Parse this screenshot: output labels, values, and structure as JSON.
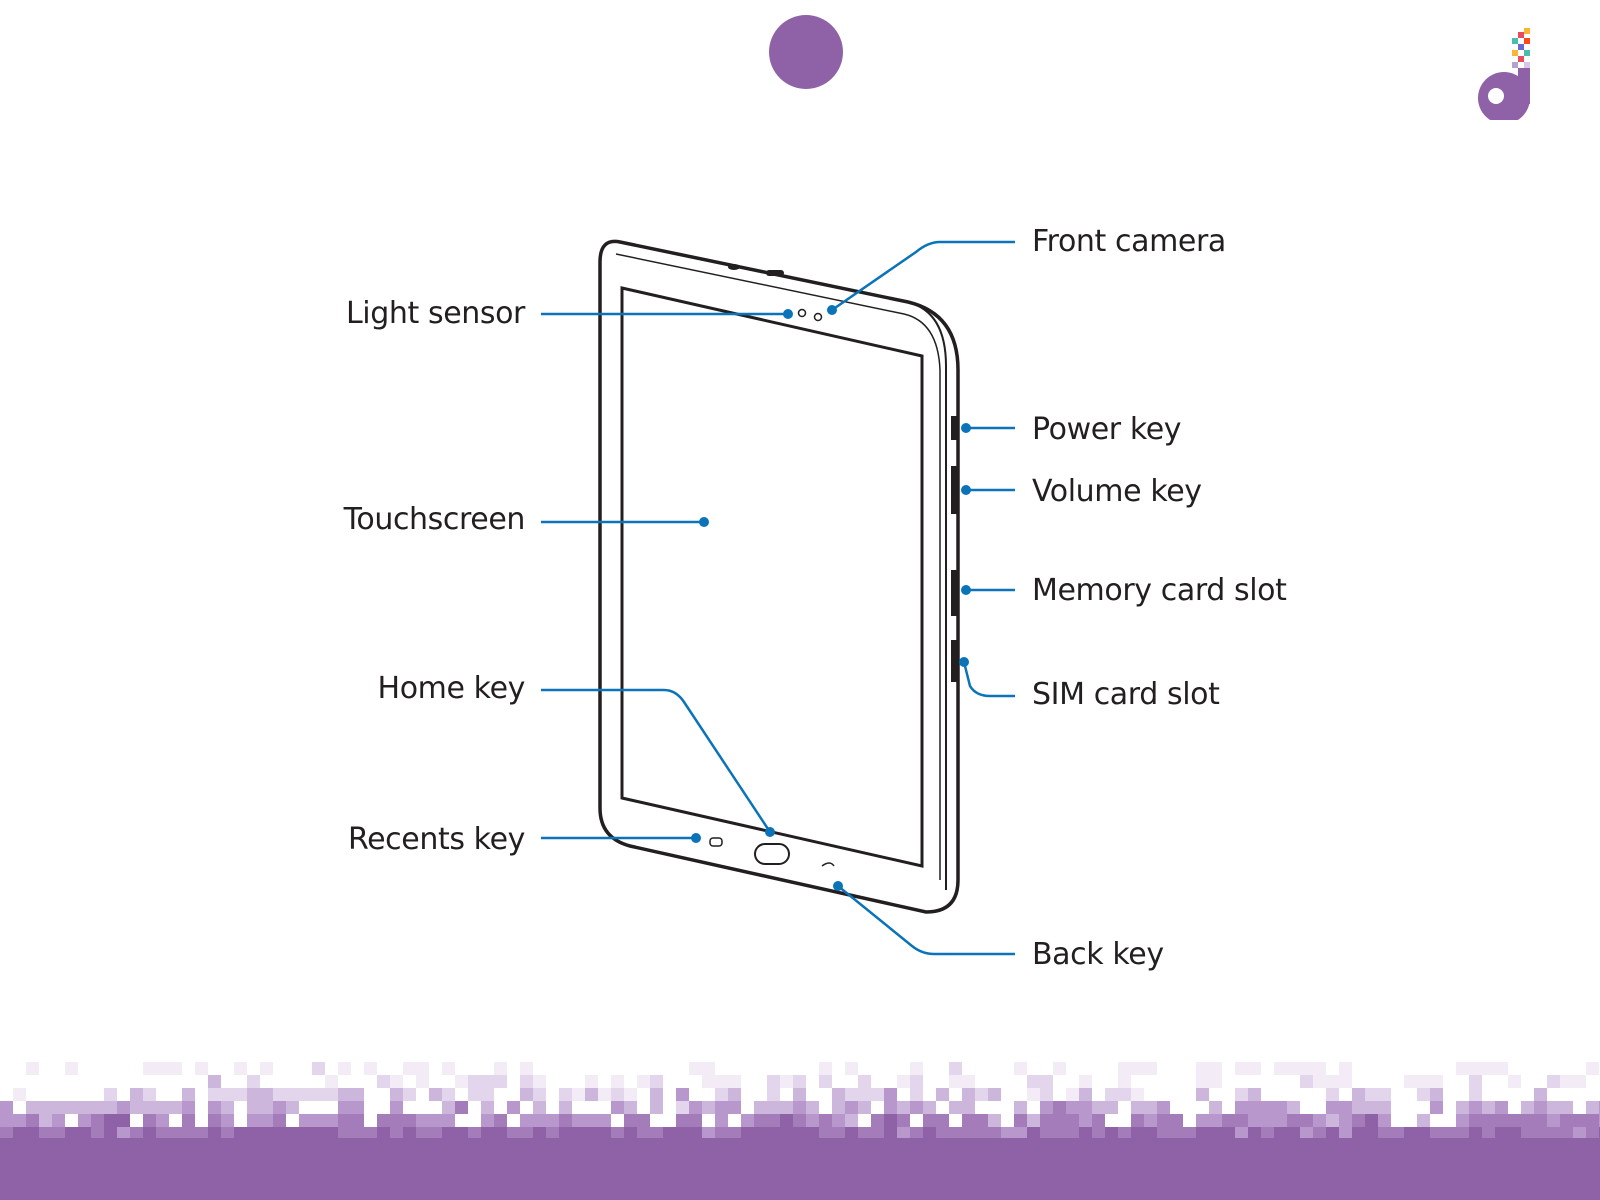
{
  "colors": {
    "accent_purple": "#8f62a8",
    "callout_blue": "#0b73b8",
    "outline": "#231f20"
  },
  "decorations": {
    "top_dot": "purple-circle",
    "brand_logo": "music-note-logo-icon",
    "footer": "purple-pixel-band"
  },
  "diagram": {
    "subject": "tablet-front-view",
    "callouts_left": [
      {
        "id": "light-sensor",
        "label": "Light sensor"
      },
      {
        "id": "touchscreen",
        "label": "Touchscreen"
      },
      {
        "id": "home-key",
        "label": "Home key"
      },
      {
        "id": "recents-key",
        "label": "Recents key"
      }
    ],
    "callouts_right": [
      {
        "id": "front-camera",
        "label": "Front camera"
      },
      {
        "id": "power-key",
        "label": "Power key"
      },
      {
        "id": "volume-key",
        "label": "Volume key"
      },
      {
        "id": "memory-card-slot",
        "label": "Memory card slot"
      },
      {
        "id": "sim-card-slot",
        "label": "SIM card slot"
      },
      {
        "id": "back-key",
        "label": "Back key"
      }
    ]
  }
}
